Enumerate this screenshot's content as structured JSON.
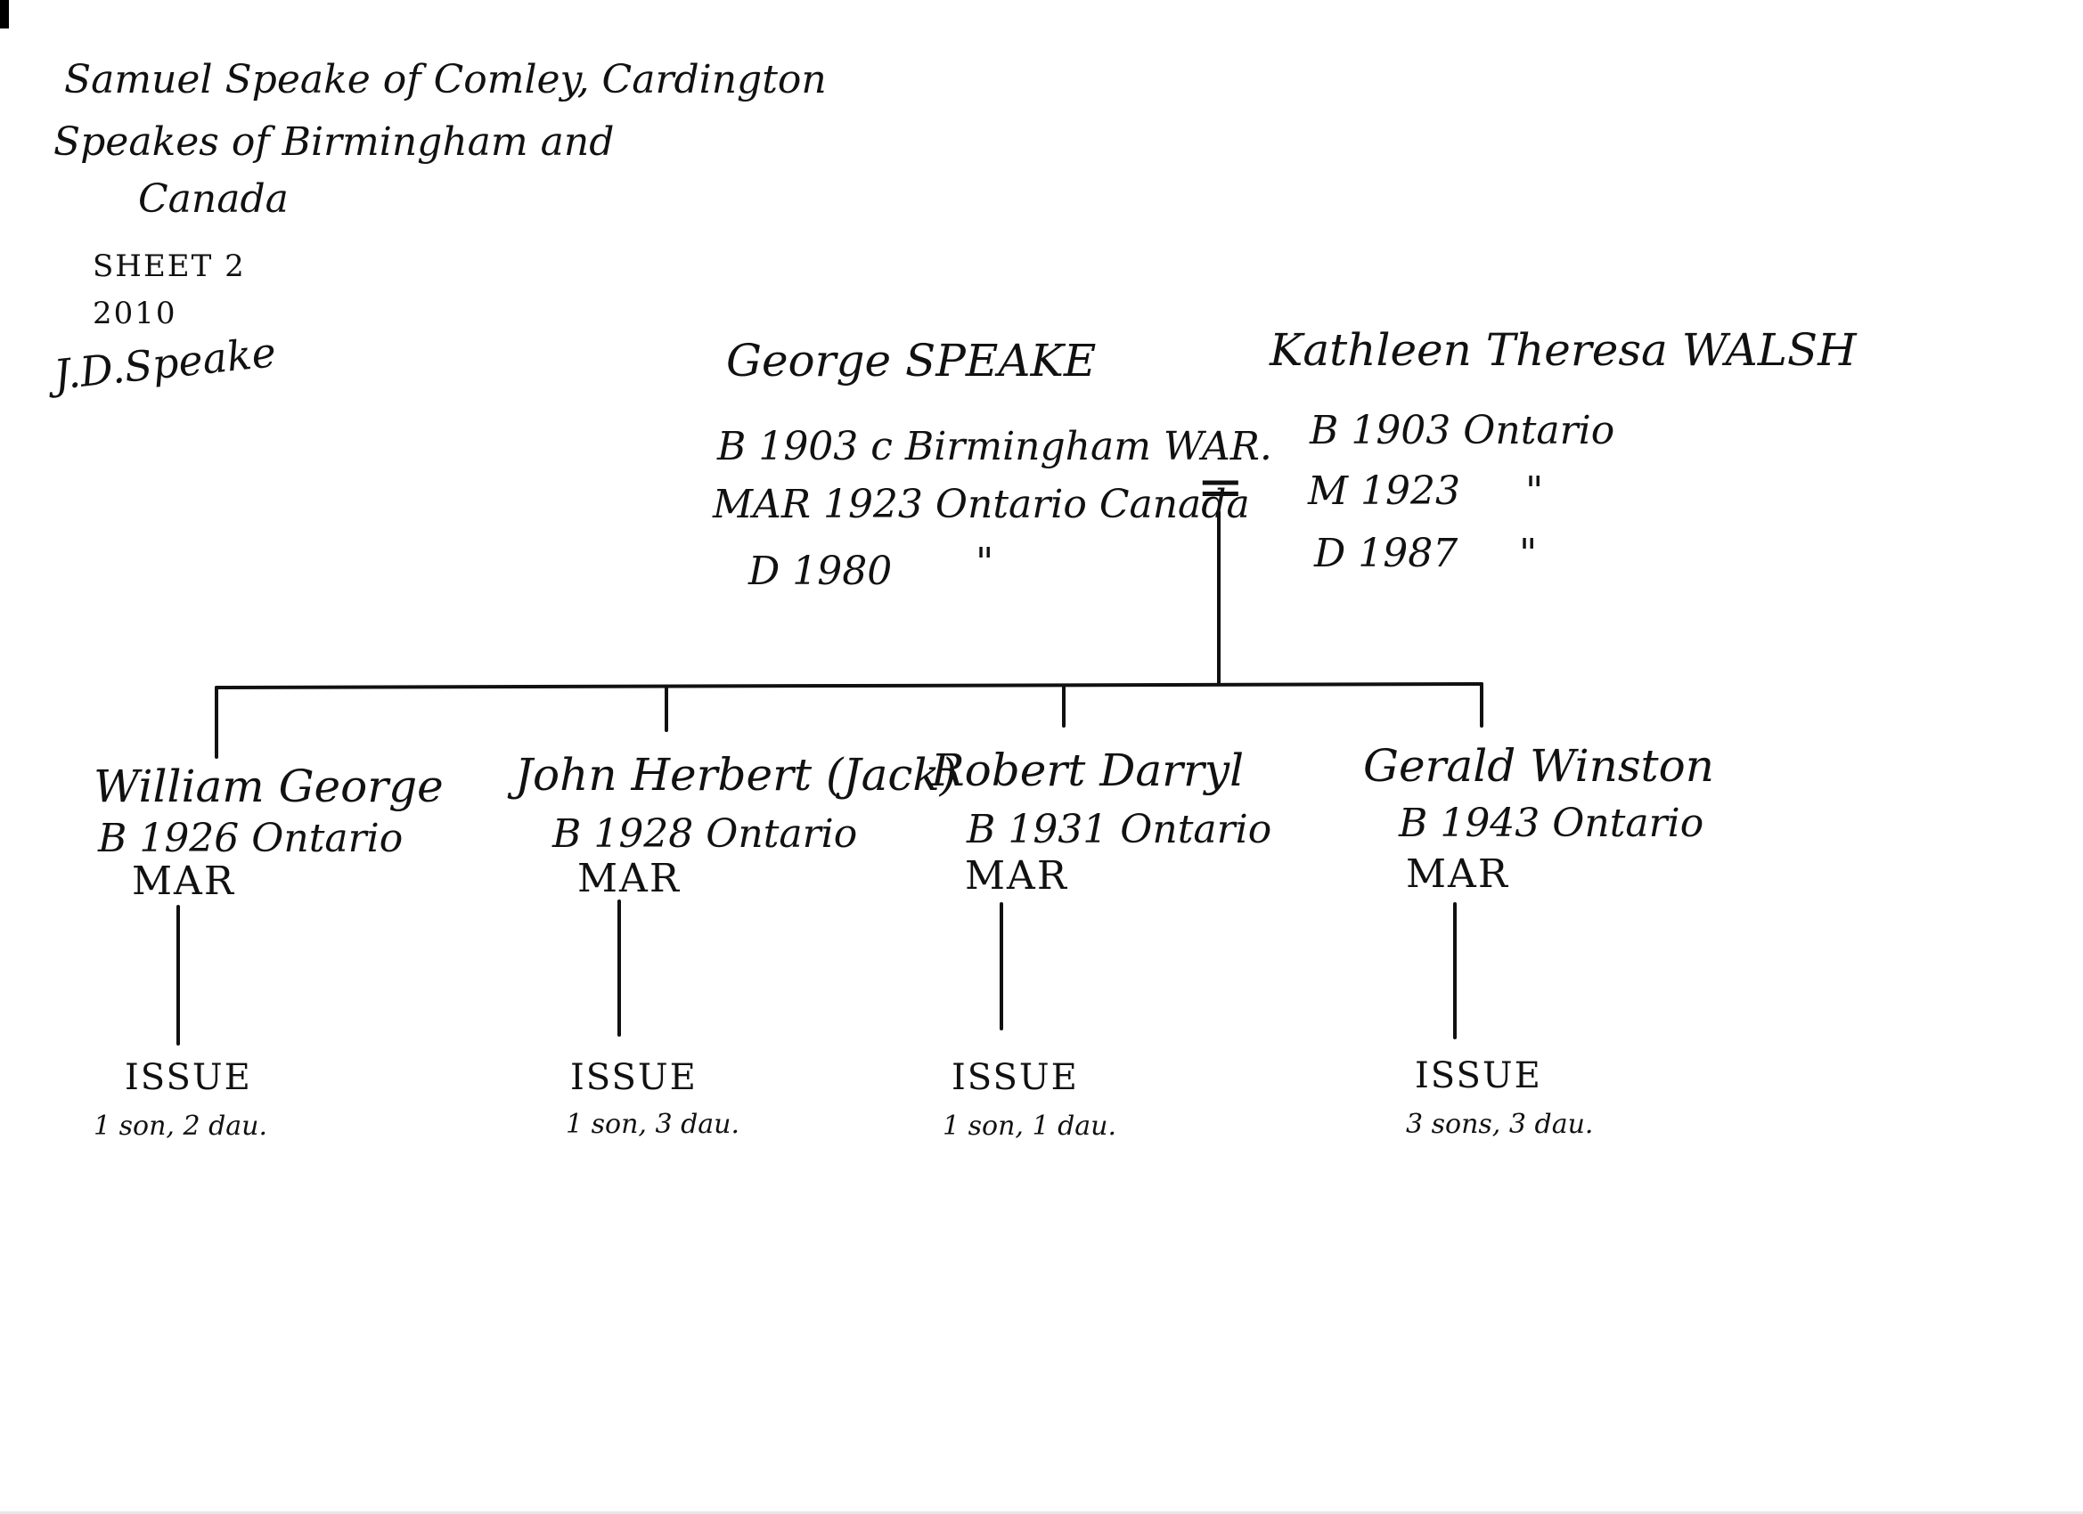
{
  "header": {
    "title_line1": "Samuel Speake of Comley, Cardington",
    "title_line2": "Speakes of Birmingham and",
    "title_line3": "Canada",
    "sheet": "SHEET 2",
    "year": "2010",
    "signature": "J.D.Speake"
  },
  "parents": {
    "father": {
      "name": "George SPEAKE",
      "birth": "B 1903 c Birmingham WAR.",
      "marriage": "MAR 1923 Ontario Canada",
      "death": "D 1980",
      "death_ditto": "\""
    },
    "mother": {
      "name": "Kathleen Theresa WALSH",
      "birth": "B 1903 Ontario",
      "marriage": "M 1923",
      "marriage_ditto": "\"",
      "death": "D 1987",
      "death_ditto": "\""
    },
    "marriage_symbol": "="
  },
  "children": [
    {
      "name": "William George",
      "birth": "B 1926 Ontario",
      "mar": "MAR",
      "issue_label": "ISSUE",
      "issue": "1 son, 2 dau."
    },
    {
      "name": "John Herbert (Jack)",
      "birth": "B 1928 Ontario",
      "mar": "MAR",
      "issue_label": "ISSUE",
      "issue": "1 son, 3 dau."
    },
    {
      "name": "Robert Darryl",
      "birth": "B 1931 Ontario",
      "mar": "MAR",
      "issue_label": "ISSUE",
      "issue": "1 son, 1 dau."
    },
    {
      "name": "Gerald Winston",
      "birth": "B 1943 Ontario",
      "mar": "MAR",
      "issue_label": "ISSUE",
      "issue": "3 sons, 3 dau."
    }
  ]
}
